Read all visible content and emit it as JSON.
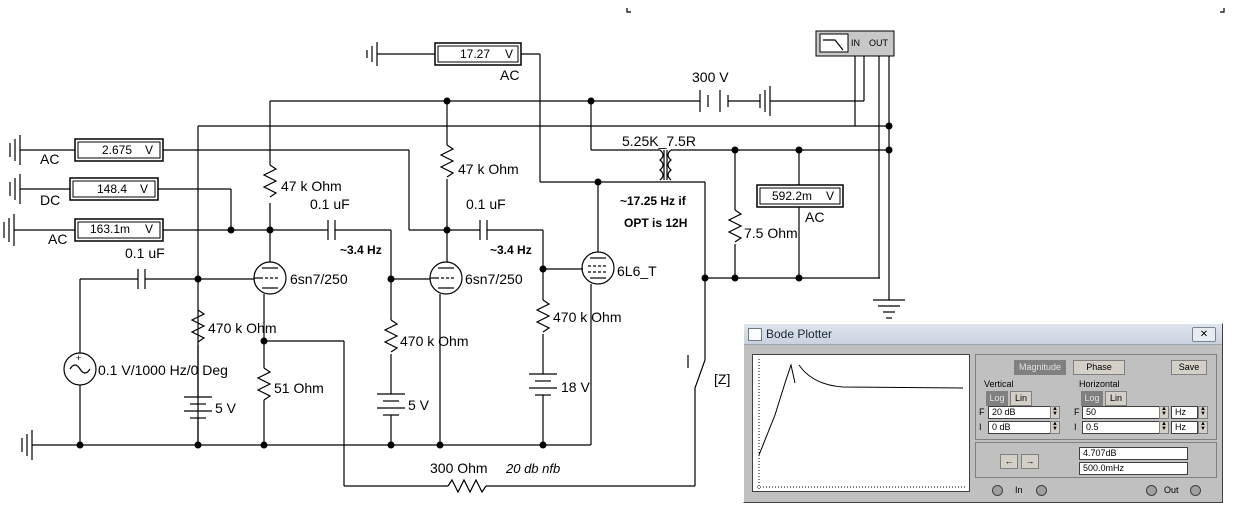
{
  "schematic": {
    "meters": {
      "top": {
        "value": "17.27",
        "unit": "V",
        "mode": "AC"
      },
      "m1": {
        "value": "2.675",
        "unit": "V",
        "mode": "AC"
      },
      "m2": {
        "value": "148.4",
        "unit": "V",
        "mode": "DC"
      },
      "m3": {
        "value": "163.1m",
        "unit": "V",
        "mode": "AC"
      },
      "out": {
        "value": "592.2m",
        "unit": "V",
        "mode": "AC"
      }
    },
    "labels": {
      "b300": "300 V",
      "transformer": "5.25K_7.5R",
      "note1": "~17.25 Hz if",
      "note2": "OPT is 12H",
      "r47a": "47 k Ohm",
      "r47b": "47 k Ohm",
      "c01a": "0.1 uF",
      "c01b": "0.1 uF",
      "c01in": "0.1 uF",
      "hz1": "~3.4 Hz",
      "hz2": "~3.4 Hz",
      "tube1": "6sn7/250",
      "tube2": "6sn7/250",
      "tube3": "6L6_T",
      "r470a": "470 k Ohm",
      "r470b": "470 k Ohm",
      "r470c": "470 k Ohm",
      "r51": "51  Ohm",
      "r75": "7.5  Ohm",
      "src": "0.1 V/1000 Hz/0 Deg",
      "b5a": "5 V",
      "b5b": "5 V",
      "b18": "18 V",
      "r300": "300  Ohm",
      "nfb": "20 db nfb",
      "sw": "[Z]"
    },
    "plotter_icon": {
      "in": "IN",
      "out": "OUT"
    }
  },
  "bode": {
    "title": "Bode Plotter",
    "tabs": {
      "magnitude": "Magnitude",
      "phase": "Phase",
      "save": "Save"
    },
    "vertical": {
      "label": "Vertical",
      "log": "Log",
      "lin": "Lin",
      "f_label": "F",
      "i_label": "I",
      "f_value": "20 dB",
      "i_value": "0 dB"
    },
    "horizontal": {
      "label": "Horizontal",
      "log": "Log",
      "lin": "Lin",
      "f_label": "F",
      "i_label": "I",
      "f_value": "50",
      "f_unit": "Hz",
      "i_value": "0.5",
      "i_unit": "Hz"
    },
    "readout": {
      "db": "4.707dB",
      "freq": "500.0mHz"
    },
    "arrows": {
      "left": "←",
      "right": "→"
    },
    "jacks": {
      "in": "In",
      "out": "Out"
    }
  }
}
